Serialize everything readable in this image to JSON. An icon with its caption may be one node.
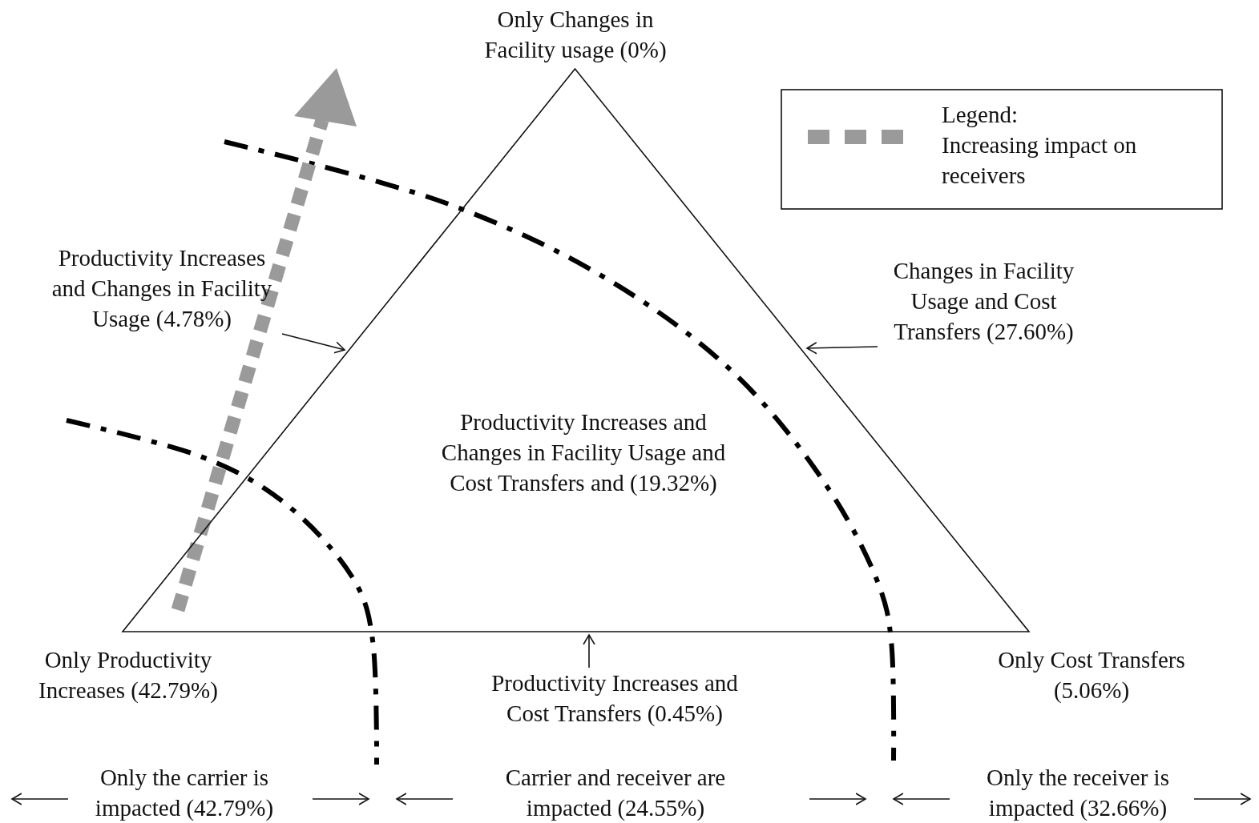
{
  "diagram": {
    "nodes": [
      {
        "text": [
          "Productivity Increases and Changes in Facility Usage and Cost Transfers and (19.32%)"
        ]
      },
      {
        "text": [
          "Productivity Increases and Changes in Facility Usage (4.78%)"
        ]
      },
      {
        "text": [
          "Changes in Facility Usage and Cost Transfers (27.60%)"
        ]
      },
      {
        "text": [
          "Productivity Increases and Cost Transfers (0.45%)"
        ]
      }
    ],
    "edges": [
      {
        "from": 1,
        "to": 0,
        "arrow": "to"
      },
      {
        "from": 2,
        "to": 0,
        "arrow": "to"
      },
      {
        "from": 3,
        "to": 0,
        "arrow": "to"
      }
    ],
    "labels": [
      "Only Changes in Facility usage (0%)",
      "Legend:",
      "Only Productivity Increases (42.79%)",
      "Only Cost Transfers (5.06%)",
      "Only the carrier is impacted (42.79%)",
      "Carrier and receiver are impacted (24.55%)",
      "Only the receiver is impacted (32.66%)"
    ],
    "legend": [
      {
        "text": "Increasing impact on receivers",
        "color": "#9a9a9a"
      }
    ]
  }
}
